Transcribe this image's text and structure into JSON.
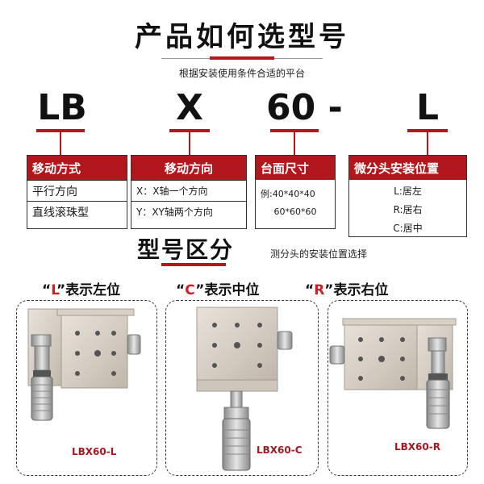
{
  "header": {
    "title": "产品如何选型号",
    "subtitle": "根据安装使用条件合适的平台"
  },
  "code": {
    "part1": "LB",
    "part2": "X",
    "part3": "60 -",
    "part4": "L"
  },
  "boxes": {
    "move_mode": {
      "title": "移动方式",
      "rows": [
        "平行方向",
        "直线滚珠型"
      ]
    },
    "move_dir": {
      "title": "移动方向",
      "rows": [
        "X：X轴一个方向",
        "Y：XY轴两个方向"
      ]
    },
    "table_size": {
      "title": "台面尺寸",
      "rows": [
        "例:40*40*40",
        "60*60*60"
      ]
    },
    "micrometer": {
      "title": "微分头安装位置",
      "rows": [
        "L:居左",
        "R:居右",
        "C:居中"
      ]
    }
  },
  "section2": {
    "title": "型号区分",
    "subtitle": "测分头的安装位置选择"
  },
  "positions": [
    {
      "quote_open": "“",
      "letter": "L",
      "quote_close": "”",
      "text": "表示左位"
    },
    {
      "quote_open": "“",
      "letter": "C",
      "quote_close": "”",
      "text": "表示中位"
    },
    {
      "quote_open": "“",
      "letter": "R",
      "quote_close": "”",
      "text": "表示右位"
    }
  ],
  "models": [
    "LBX60-L",
    "LBX60-C",
    "LBX60-R"
  ],
  "colors": {
    "accent": "#b3171e",
    "letter_red": "#d21d24",
    "model_text": "#a11a22"
  }
}
